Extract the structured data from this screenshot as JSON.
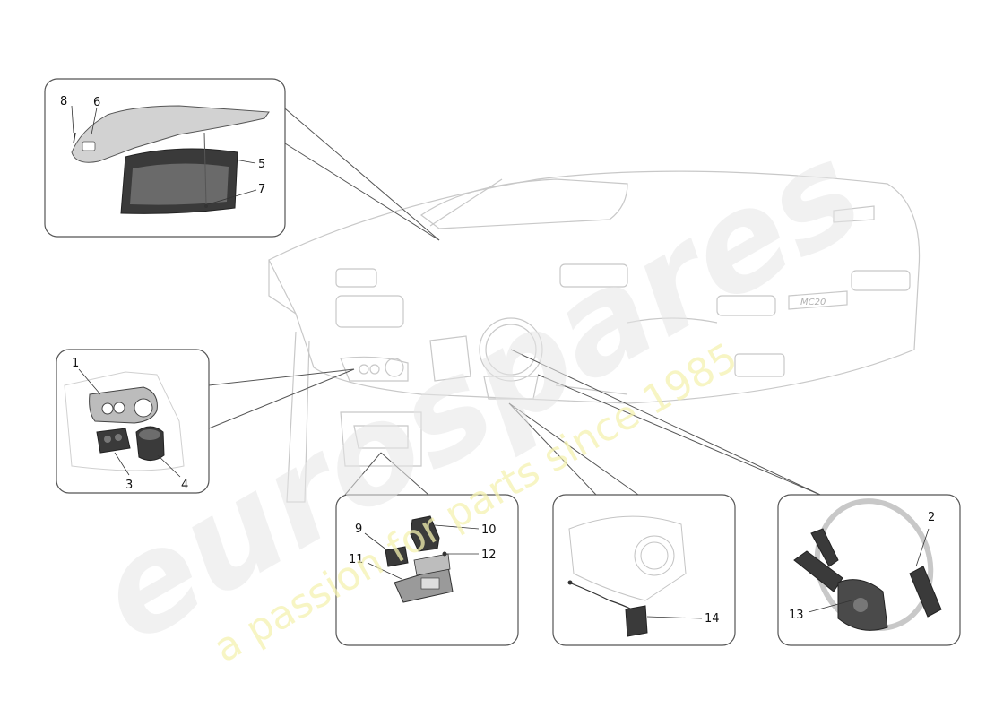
{
  "watermark": {
    "brand": "eurospares",
    "tagline": "a passion for parts since 1985"
  },
  "callouts": {
    "c1": "1",
    "c2": "2",
    "c3": "3",
    "c4": "4",
    "c5": "5",
    "c6": "6",
    "c7": "7",
    "c8": "8",
    "c9": "9",
    "c10": "10",
    "c11": "11",
    "c12": "12",
    "c13": "13",
    "c14": "14"
  },
  "dashboard_badge": "MC20",
  "colors": {
    "outline": "#444444",
    "faint_outline": "#c8c8c8",
    "part_dark": "#3a3a3a",
    "part_mid": "#7a7a7a",
    "part_light": "#d2d2d2",
    "watermark_gray": "#e6e6e6",
    "watermark_yellow": "#f4f2b0"
  }
}
